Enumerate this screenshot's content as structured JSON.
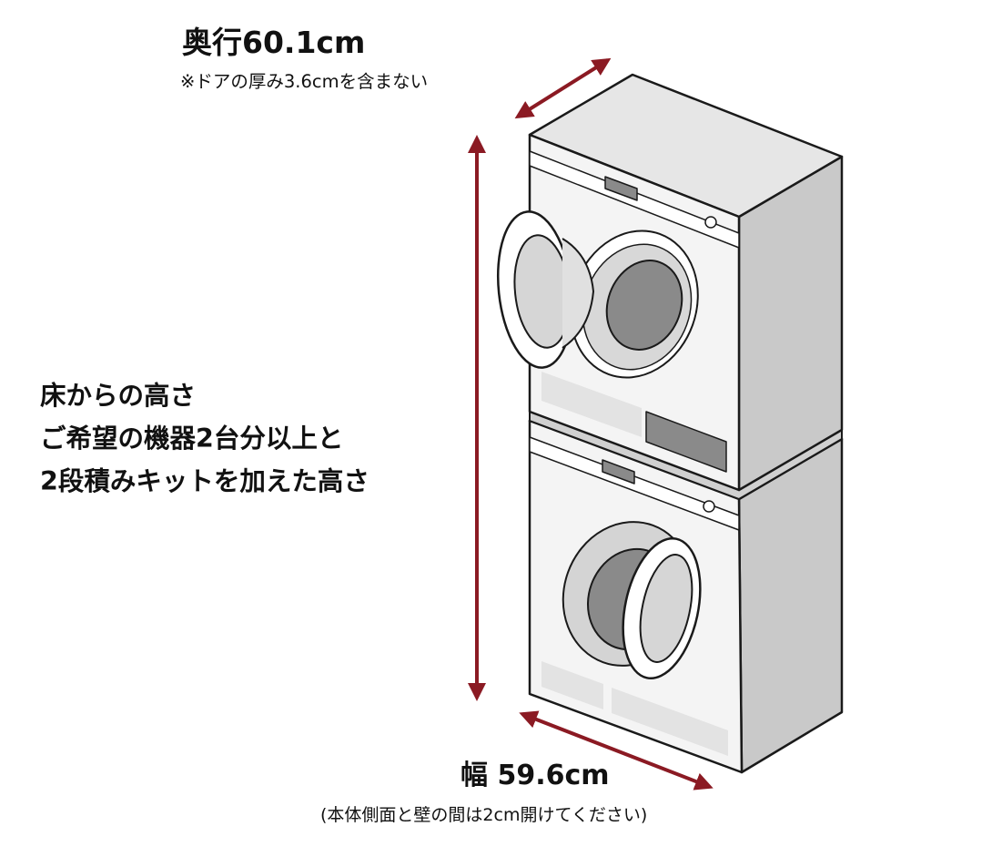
{
  "depth": {
    "title": "奥行60.1cm",
    "note": "※ドアの厚み3.6cmを含まない"
  },
  "height": {
    "lines": [
      "床からの高さ",
      "ご希望の機器2台分以上と",
      "2段積みキットを加えた高さ"
    ]
  },
  "width": {
    "title": "幅 59.6cm",
    "note": "(本体側面と壁の間は2cm開けてください)"
  },
  "colors": {
    "arrow": "#8b1a23",
    "outline": "#1a1a1a",
    "body_front": "#f4f4f4",
    "body_side": "#c9c9c9",
    "body_top": "#e6e6e6",
    "drum": "#8a8a8a",
    "door_glass": "#d6d6d6"
  },
  "icons": {
    "depth_arrow": "double-arrow",
    "height_arrow": "double-arrow",
    "width_arrow": "double-arrow"
  }
}
